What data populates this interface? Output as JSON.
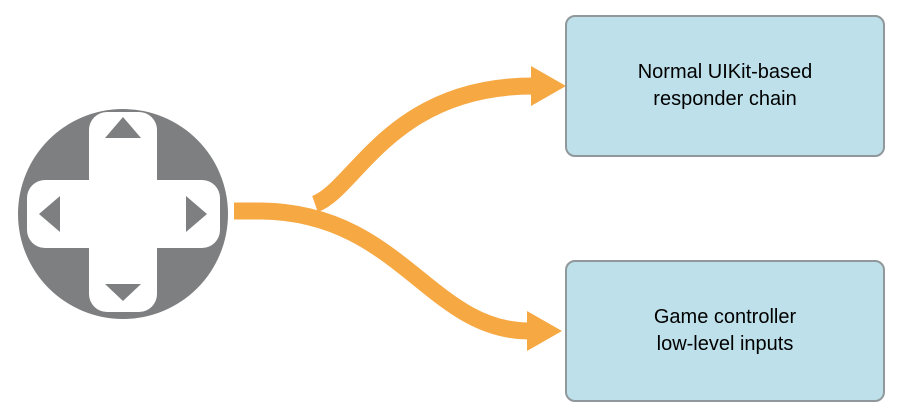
{
  "diagram": {
    "background": "#FFFFFF",
    "source_icon": {
      "name": "dpad-icon",
      "description": "Game controller D-pad (directional pad) symbol",
      "color": "#7E7F80",
      "cutout_color": "#FFFFFF"
    },
    "arrow": {
      "color": "#F6A843",
      "style": "single stem splitting into two curved arrows"
    },
    "nodes": [
      {
        "id": "responder-chain",
        "line1": "Normal UIKit-based",
        "line2": "responder chain"
      },
      {
        "id": "low-level-inputs",
        "line1": "Game controller",
        "line2": "low-level inputs"
      }
    ],
    "node_style": {
      "fill": "#BDE0EA",
      "border": "#90989B",
      "text_color": "#000000"
    }
  }
}
